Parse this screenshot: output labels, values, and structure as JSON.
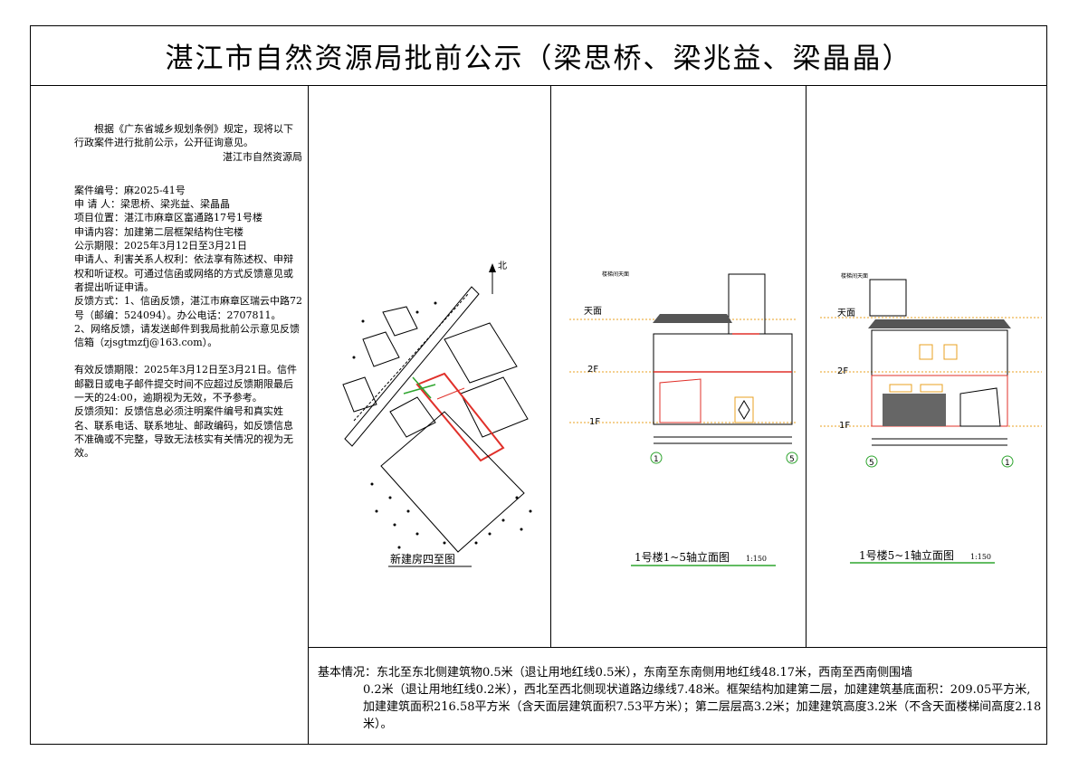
{
  "title": "湛江市自然资源局批前公示（梁思桥、梁兆益、梁晶晶）",
  "notice": {
    "intro": "根据《广东省城乡规划条例》规定，现将以下行政案件进行批前公示，公开征询意见。",
    "issuer": "湛江市自然资源局",
    "case_no": "案件编号：麻2025-41号",
    "applicant": "申 请 人：梁思桥、梁兆益、梁晶晶",
    "location": "项目位置：湛江市麻章区富通路17号1号楼",
    "content": "申请内容：加建第二层框架结构住宅楼",
    "period": "公示期限：2025年3月12日至3月21日",
    "rights": "申请人、利害关系人权利：依法享有陈述权、申辩权和听证权。可通过信函或网络的方式反馈意见或者提出听证申请。",
    "feedback1": "反馈方式：1、信函反馈，湛江市麻章区瑞云中路72号（邮编：524094）。办公电话：2707811。",
    "feedback2": "2、网络反馈，请发送邮件到我局批前公示意见反馈信箱（zjsgtmzfj@163.com）。",
    "deadline": "有效反馈期限：2025年3月12日至3月21日。信件邮戳日或电子邮件提交时间不应超过反馈期限最后一天的24:00，逾期视为无效，不予参考。",
    "notes": "反馈须知：反馈信息必须注明案件编号和真实姓名、联系电话、联系地址、邮政编码，如反馈信息不准确或不完整，导致无法核实有关情况的视为无效。"
  },
  "site_plan": {
    "caption": "新建房四至图",
    "north_label": "北"
  },
  "elevation1": {
    "caption": "1号楼1~5轴立面图",
    "scale": "1:150",
    "axis_left": "1",
    "axis_right": "5",
    "level_roof": "天面",
    "level_2f": "2F",
    "level_1f": "1F",
    "stair_label": "楼梯间天面"
  },
  "elevation2": {
    "caption": "1号楼5~1轴立面图",
    "scale": "1:150",
    "axis_left": "5",
    "axis_right": "1",
    "level_roof": "天面",
    "level_2f": "2F",
    "level_1f": "1F",
    "stair_label": "楼梯间天面"
  },
  "basic": {
    "line1": "基本情况：东北至东北侧建筑物0.5米（退让用地红线0.5米），东南至东南侧用地红线48.17米，西南至西南侧围墙",
    "line2": "0.2米（退让用地红线0.2米），西北至西北侧现状道路边缘线7.48米。框架结构加建第二层，加建建筑基底面积：209.05平方米,加建建筑面积216.58平方米（含天面层建筑面积7.53平方米）；第二层层高3.2米；加建建筑高度3.2米（不含天面楼梯间高度2.18米）。"
  },
  "colors": {
    "red_line": "#e0302a",
    "green_line": "#2fa52f",
    "roof": "#555555",
    "orange": "#e8a020"
  }
}
